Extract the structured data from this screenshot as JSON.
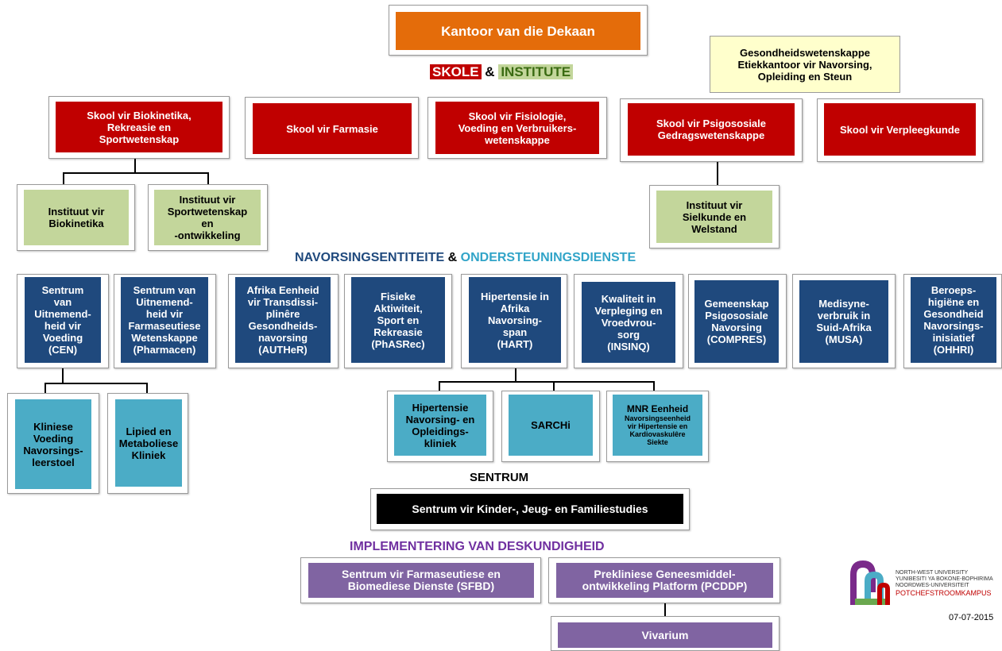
{
  "top": {
    "dean": "Kantoor van die Dekaan",
    "ethics": "Gesondheidswetenskappe\nEtiekkantoor vir Navorsing,\nOpleiding en Steun"
  },
  "headings": {
    "skole": "SKOLE",
    "amp": "&",
    "institute": "INSTITUTE",
    "navorsing": "NAVORSINGSENTITEITE",
    "ondersteuning": "ONDERSTEUNINGSDIENSTE",
    "sentrum": "SENTRUM",
    "implementering": "IMPLEMENTERING VAN DESKUNDIGHEID"
  },
  "schools": [
    "Skool vir Biokinetika,\nRekreasie en\nSportwetenskap",
    "Skool vir Farmasie",
    "Skool vir Fisiologie,\nVoeding en Verbruikers-\nwetenskappe",
    "Skool vir Psigososiale\nGedragswetenskappe",
    "Skool vir Verpleegkunde"
  ],
  "institutes": [
    "Instituut vir\nBiokinetika",
    "Instituut vir\nSportwetenskap\nen\n-ontwikkeling",
    "Instituut vir\nSielkunde en\nWelstand"
  ],
  "entities": [
    "Sentrum\nvan\nUitnemend-\nheid vir\nVoeding\n(CEN)",
    "Sentrum van\nUitnemend-\nheid vir\nFarmaseutiese\nWetenskappe\n(Pharmacen)",
    "Afrika Eenheid\nvir Transdissi-\nplinêre\nGesondheids-\nnavorsing\n(AUTHeR)",
    "Fisieke\nAktiwiteit,\nSport en\nRekreasie\n(PhASRec)",
    "Hipertensie in\nAfrika\nNavorsing-\nspan\n(HART)",
    "Kwaliteit in\nVerpleging en\nVroedvrou-\nsorg\n(INSINQ)",
    "Gemeenskap\nPsigososiale\nNavorsing\n(COMPRES)",
    "Medisyne-\nverbruik in\nSuid-Afrika\n(MUSA)",
    "Beroeps-\nhigiëne en\nGesondheid\nNavorsings-\ninisiatief\n(OHHRI)"
  ],
  "cen_children": [
    "Kliniese\nVoeding\nNavorsings-\nleerstoel",
    "Lipied en\nMetaboliese\nKliniek"
  ],
  "hart_children": {
    "clinic": "Hipertensie\nNavorsing- en\nOpleidings-\nkliniek",
    "sarchi": "SARCHi",
    "mnr_title": "MNR Eenheid",
    "mnr_sub": "Navorsingseenheid\nvir Hipertensie en\nKardiovaskulêre\nSiekte"
  },
  "centre": "Sentrum vir Kinder-, Jeug- en Familiestudies",
  "implementation": [
    "Sentrum vir Farmaseutiese en\nBiomediese Dienste (SFBD)",
    "Prekliniese Geneesmiddel-\nontwikkeling Platform (PCDDP)",
    "Vivarium"
  ],
  "logo": {
    "line1": "NORTH-WEST UNIVERSITY",
    "line2": "YUNIBESITI YA BOKONE-BOPHIRIMA",
    "line3": "NOORDWES-UNIVERSITEIT",
    "campus": "POTCHEFSTROOMKAMPUS"
  },
  "date": "07-07-2015",
  "colors": {
    "school_red": "#c00000",
    "dean_orange": "#e46c0a",
    "institute_green": "#c3d69b",
    "entity_navy": "#1f497d",
    "sub_teal": "#4bacc6",
    "implement_purple": "#8064a2",
    "ethics_yellow": "#ffffcc"
  }
}
